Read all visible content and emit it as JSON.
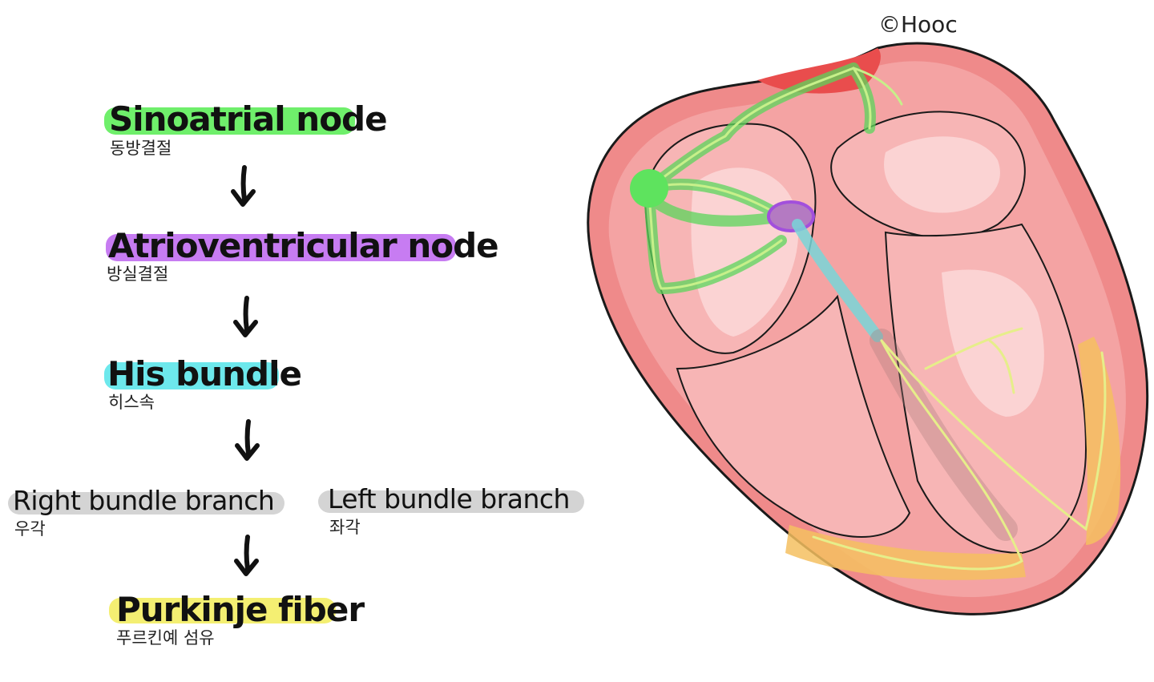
{
  "steps": {
    "sa": {
      "title": "Sinoatrial node",
      "sub": "동방결절",
      "color": "#6fef6b"
    },
    "av": {
      "title": "Atrioventricular node",
      "sub": "방실결절",
      "color": "#c77cf2"
    },
    "his": {
      "title": "His bundle",
      "sub": "히스속",
      "color": "#6de8ec"
    },
    "rbb": {
      "title": "Right bundle branch",
      "sub": "우각",
      "color": "#d4d4d4"
    },
    "lbb": {
      "title": "Left bundle branch",
      "sub": "좌각",
      "color": "#d4d4d4"
    },
    "pk": {
      "title": "Purkinje fiber",
      "sub": "푸르킨예 섬유",
      "color": "#f4ef72"
    }
  },
  "heart": {
    "copyright": "©Hooc"
  }
}
